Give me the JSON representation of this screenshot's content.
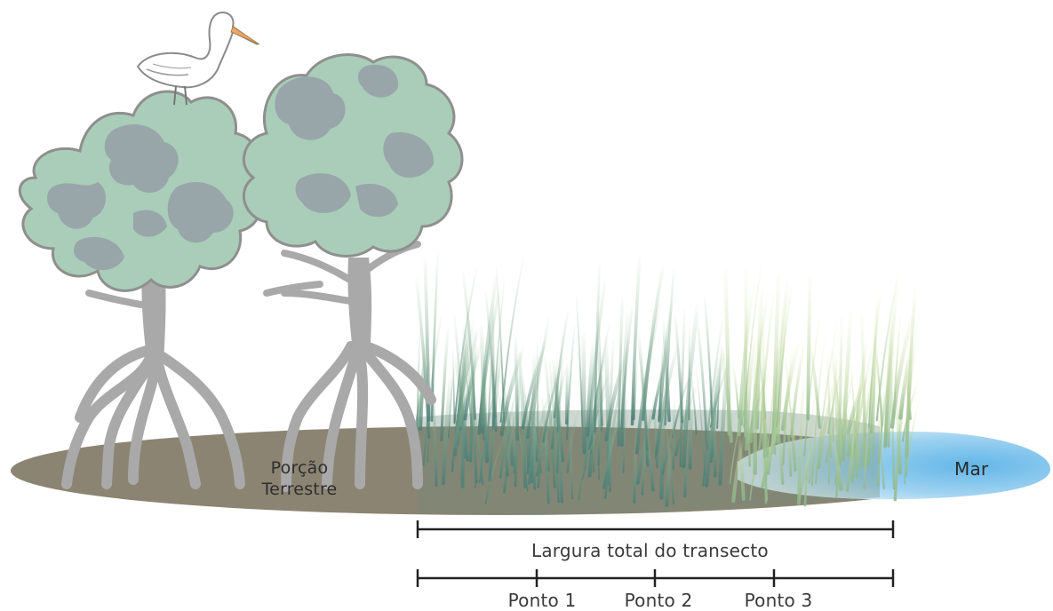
{
  "diagram": {
    "labels": {
      "land_line1": "Porção",
      "land_line2": "Terrestre",
      "sea": "Mar",
      "total_width": "Largura total do transecto",
      "points": [
        "Ponto 1",
        "Ponto 2",
        "Ponto 3"
      ]
    },
    "colors": {
      "ground": "#8c8472",
      "sea_light": "#d7eef8",
      "sea_dark": "#62b6e8",
      "foliage_green": "#a9cdb8",
      "foliage_gray": "#98a6aa",
      "foliage_outline": "#8f8f8f",
      "trunk": "#a9a9a9",
      "grass_dark": "#3f7a72",
      "grass_light": "#b9d38e",
      "scale_line": "#222222"
    },
    "icons": [
      "egret-icon",
      "mangrove-tree-icon",
      "grass-icon"
    ]
  }
}
